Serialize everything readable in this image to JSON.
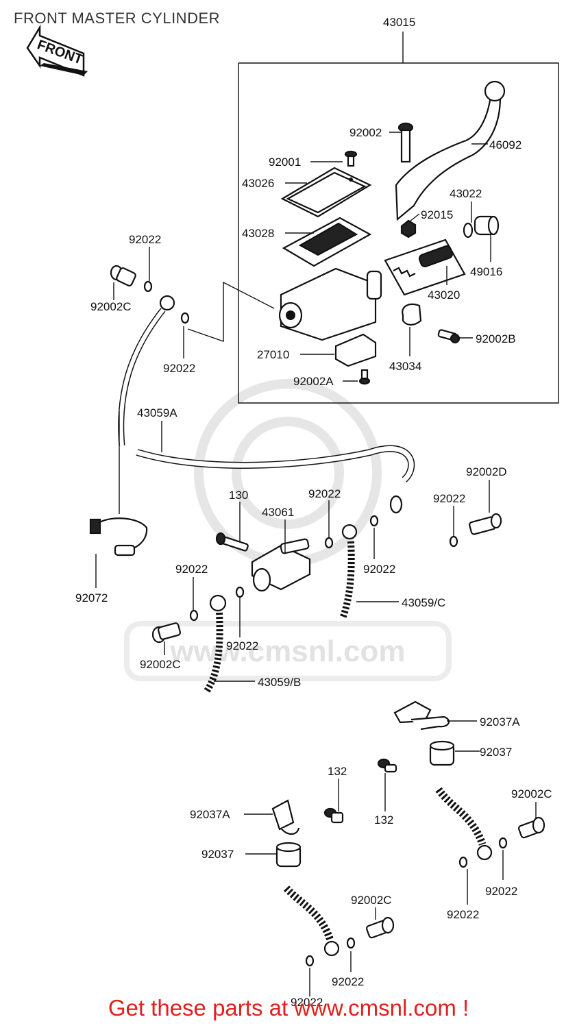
{
  "title": "FRONT MASTER CYLINDER",
  "front_arrow_label": "FRONT",
  "watermark": "www.cmsnl.com",
  "footer": "Get these parts at www.cmsnl.com !",
  "parts": {
    "p43015": "43015",
    "p92002": "92002",
    "p46092": "46092",
    "p92001": "92001",
    "p43026": "43026",
    "p43022": "43022",
    "p92015": "92015",
    "p43028": "43028",
    "p49016": "49016",
    "p92022_a": "92022",
    "p43020": "43020",
    "p92002C_a": "92002C",
    "p92002B": "92002B",
    "p92022_b": "92022",
    "p27010": "27010",
    "p43034": "43034",
    "p92002A": "92002A",
    "p43059A": "43059A",
    "p92002D": "92002D",
    "p130": "130",
    "p92022_c": "92022",
    "p92022_d": "92022",
    "p43061": "43061",
    "p92022_e": "92022",
    "p92022_f": "92022",
    "p43059C": "43059/C",
    "p92072": "92072",
    "p92022_g": "92022",
    "p92002C_b": "92002C",
    "p43059B": "43059/B",
    "p92037A_a": "92037A",
    "p92037_a": "92037",
    "p132_a": "132",
    "p92002C_c": "92002C",
    "p92037A_b": "92037A",
    "p132_b": "132",
    "p92037_b": "92037",
    "p92022_h": "92022",
    "p92002C_d": "92002C",
    "p92022_i": "92022",
    "p92022_j": "92022",
    "p92022_k": "92022"
  }
}
